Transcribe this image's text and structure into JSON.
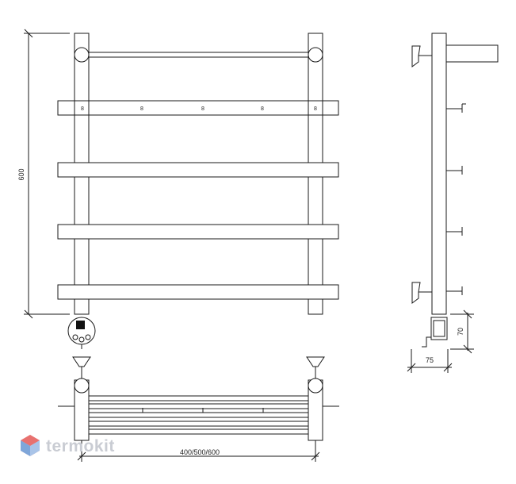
{
  "dimensions": {
    "height": "600",
    "width_options": "400/500/600",
    "depth": "75",
    "connection_height": "70"
  },
  "brand": {
    "name": "termokit"
  },
  "colors": {
    "line": "#1a1a1a",
    "logo_top": "#e8716f",
    "logo_side": "#7fa6d9",
    "logo_text": "#c9ccd3"
  }
}
